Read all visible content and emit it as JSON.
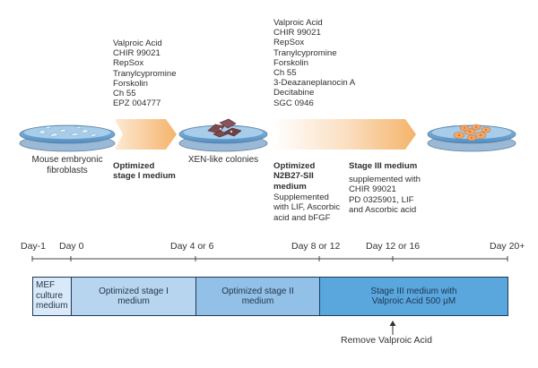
{
  "stage1_compounds": [
    "Valproic Acid",
    "CHIR 99021",
    "RepSox",
    "Tranylcypromine",
    "Forskolin",
    "Ch 55",
    "EPZ 004777"
  ],
  "stage2_compounds": [
    "Valproic Acid",
    "CHIR 99021",
    "RepSox",
    "Tranylcypromine",
    "Forskolin",
    "Ch 55",
    "3-Deazaneplanocin A",
    "Decitabine",
    "SGC 0946"
  ],
  "cell_labels": {
    "start": [
      "Mouse embryonic",
      "fibroblasts"
    ],
    "xen": "XEN-like colonies"
  },
  "medium_labels": {
    "stage1": [
      "Optimized",
      "stage I medium"
    ],
    "stage2_title": [
      "Optimized",
      "N2B27-SII",
      "medium"
    ],
    "stage2_desc": [
      "Supplemented",
      "with LIF, Ascorbic",
      "acid and bFGF"
    ],
    "stage3_title": "Stage III medium",
    "stage3_desc": [
      "supplemented with",
      "CHIR 99021",
      "PD 0325901, LIF",
      "and Ascorbic acid"
    ]
  },
  "timeline": {
    "days": [
      "Day-1",
      "Day 0",
      "Day 4 or 6",
      "Day 8 or 12",
      "Day 12 or 16",
      "Day 20+"
    ],
    "boxes": {
      "mef": [
        "MEF",
        "culture",
        "medium"
      ],
      "stage1": [
        "Optimized stage I",
        "medium"
      ],
      "stage2": [
        "Optimized stage II",
        "medium"
      ],
      "stage3": [
        "Stage III medium with",
        "Valproic  Acid 500 µM"
      ]
    },
    "remove_label": "Remove Valproic Acid"
  },
  "colors": {
    "arrow_orange": "#f5b36b",
    "dish_blue": "#6ea9d8",
    "box_mef": "#d9e9f7",
    "box_stage1": "#b7d5ee",
    "box_stage2": "#92c0e6",
    "box_stage3": "#5aa7dd",
    "xen_colony": "#7d4a50",
    "ipsc_colony": "#f2a96a"
  }
}
